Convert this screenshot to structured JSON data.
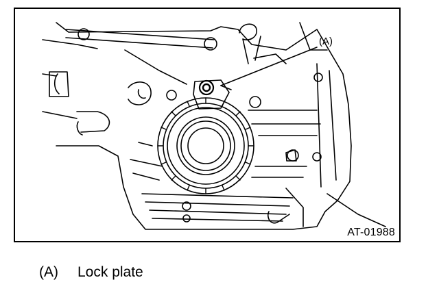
{
  "figure": {
    "id": "AT-01988",
    "callouts": [
      {
        "letter": "(A)",
        "part": "lock-plate"
      }
    ]
  },
  "legend": [
    {
      "key": "(A)",
      "label": "Lock plate"
    }
  ],
  "colors": {
    "line": "#000000",
    "background": "#ffffff"
  }
}
